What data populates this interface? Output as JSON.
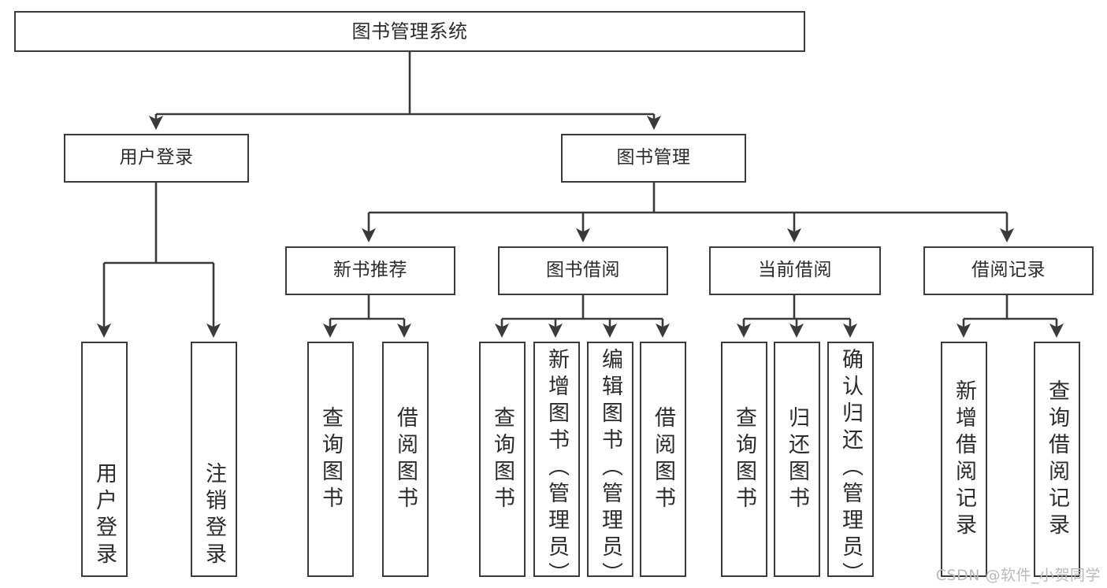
{
  "diagram": {
    "title_node": {
      "label": "图书管理系统"
    },
    "level1": [
      {
        "id": "user-login",
        "label": "用户登录"
      },
      {
        "id": "book-manage",
        "label": "图书管理"
      }
    ],
    "level2": [
      {
        "id": "new-book-recommend",
        "label": "新书推荐"
      },
      {
        "id": "book-borrow",
        "label": "图书借阅"
      },
      {
        "id": "current-borrow",
        "label": "当前借阅"
      },
      {
        "id": "borrow-record",
        "label": "借阅记录"
      }
    ],
    "leaves": {
      "user_login": [
        {
          "id": "leaf-user-login",
          "label": "用户登录"
        },
        {
          "id": "leaf-logout-login",
          "label": "注销登录"
        }
      ],
      "new_book_recommend": [
        {
          "id": "leaf-query-book-1",
          "label": "查询图书"
        },
        {
          "id": "leaf-borrow-book-1",
          "label": "借阅图书"
        }
      ],
      "book_borrow": [
        {
          "id": "leaf-query-book-2",
          "label": "查询图书"
        },
        {
          "id": "leaf-add-book-admin",
          "label": "新增图书（管理员）"
        },
        {
          "id": "leaf-edit-book-admin",
          "label": "编辑图书（管理员）"
        },
        {
          "id": "leaf-borrow-book-2",
          "label": "借阅图书"
        }
      ],
      "current_borrow": [
        {
          "id": "leaf-query-book-3",
          "label": "查询图书"
        },
        {
          "id": "leaf-return-book",
          "label": "归还图书"
        },
        {
          "id": "leaf-confirm-return-admin",
          "label": "确认归还（管理员）"
        }
      ],
      "borrow_record": [
        {
          "id": "leaf-add-borrow-record",
          "label": "新增借阅记录"
        },
        {
          "id": "leaf-query-borrow-record",
          "label": "查询借阅记录"
        }
      ]
    },
    "watermark": "CSDN @软件_小贺同学",
    "colors": {
      "stroke": "#3a3a3a",
      "background": "#ffffff",
      "text": "#2b2b2b",
      "watermark": "#b9b9b9"
    }
  }
}
